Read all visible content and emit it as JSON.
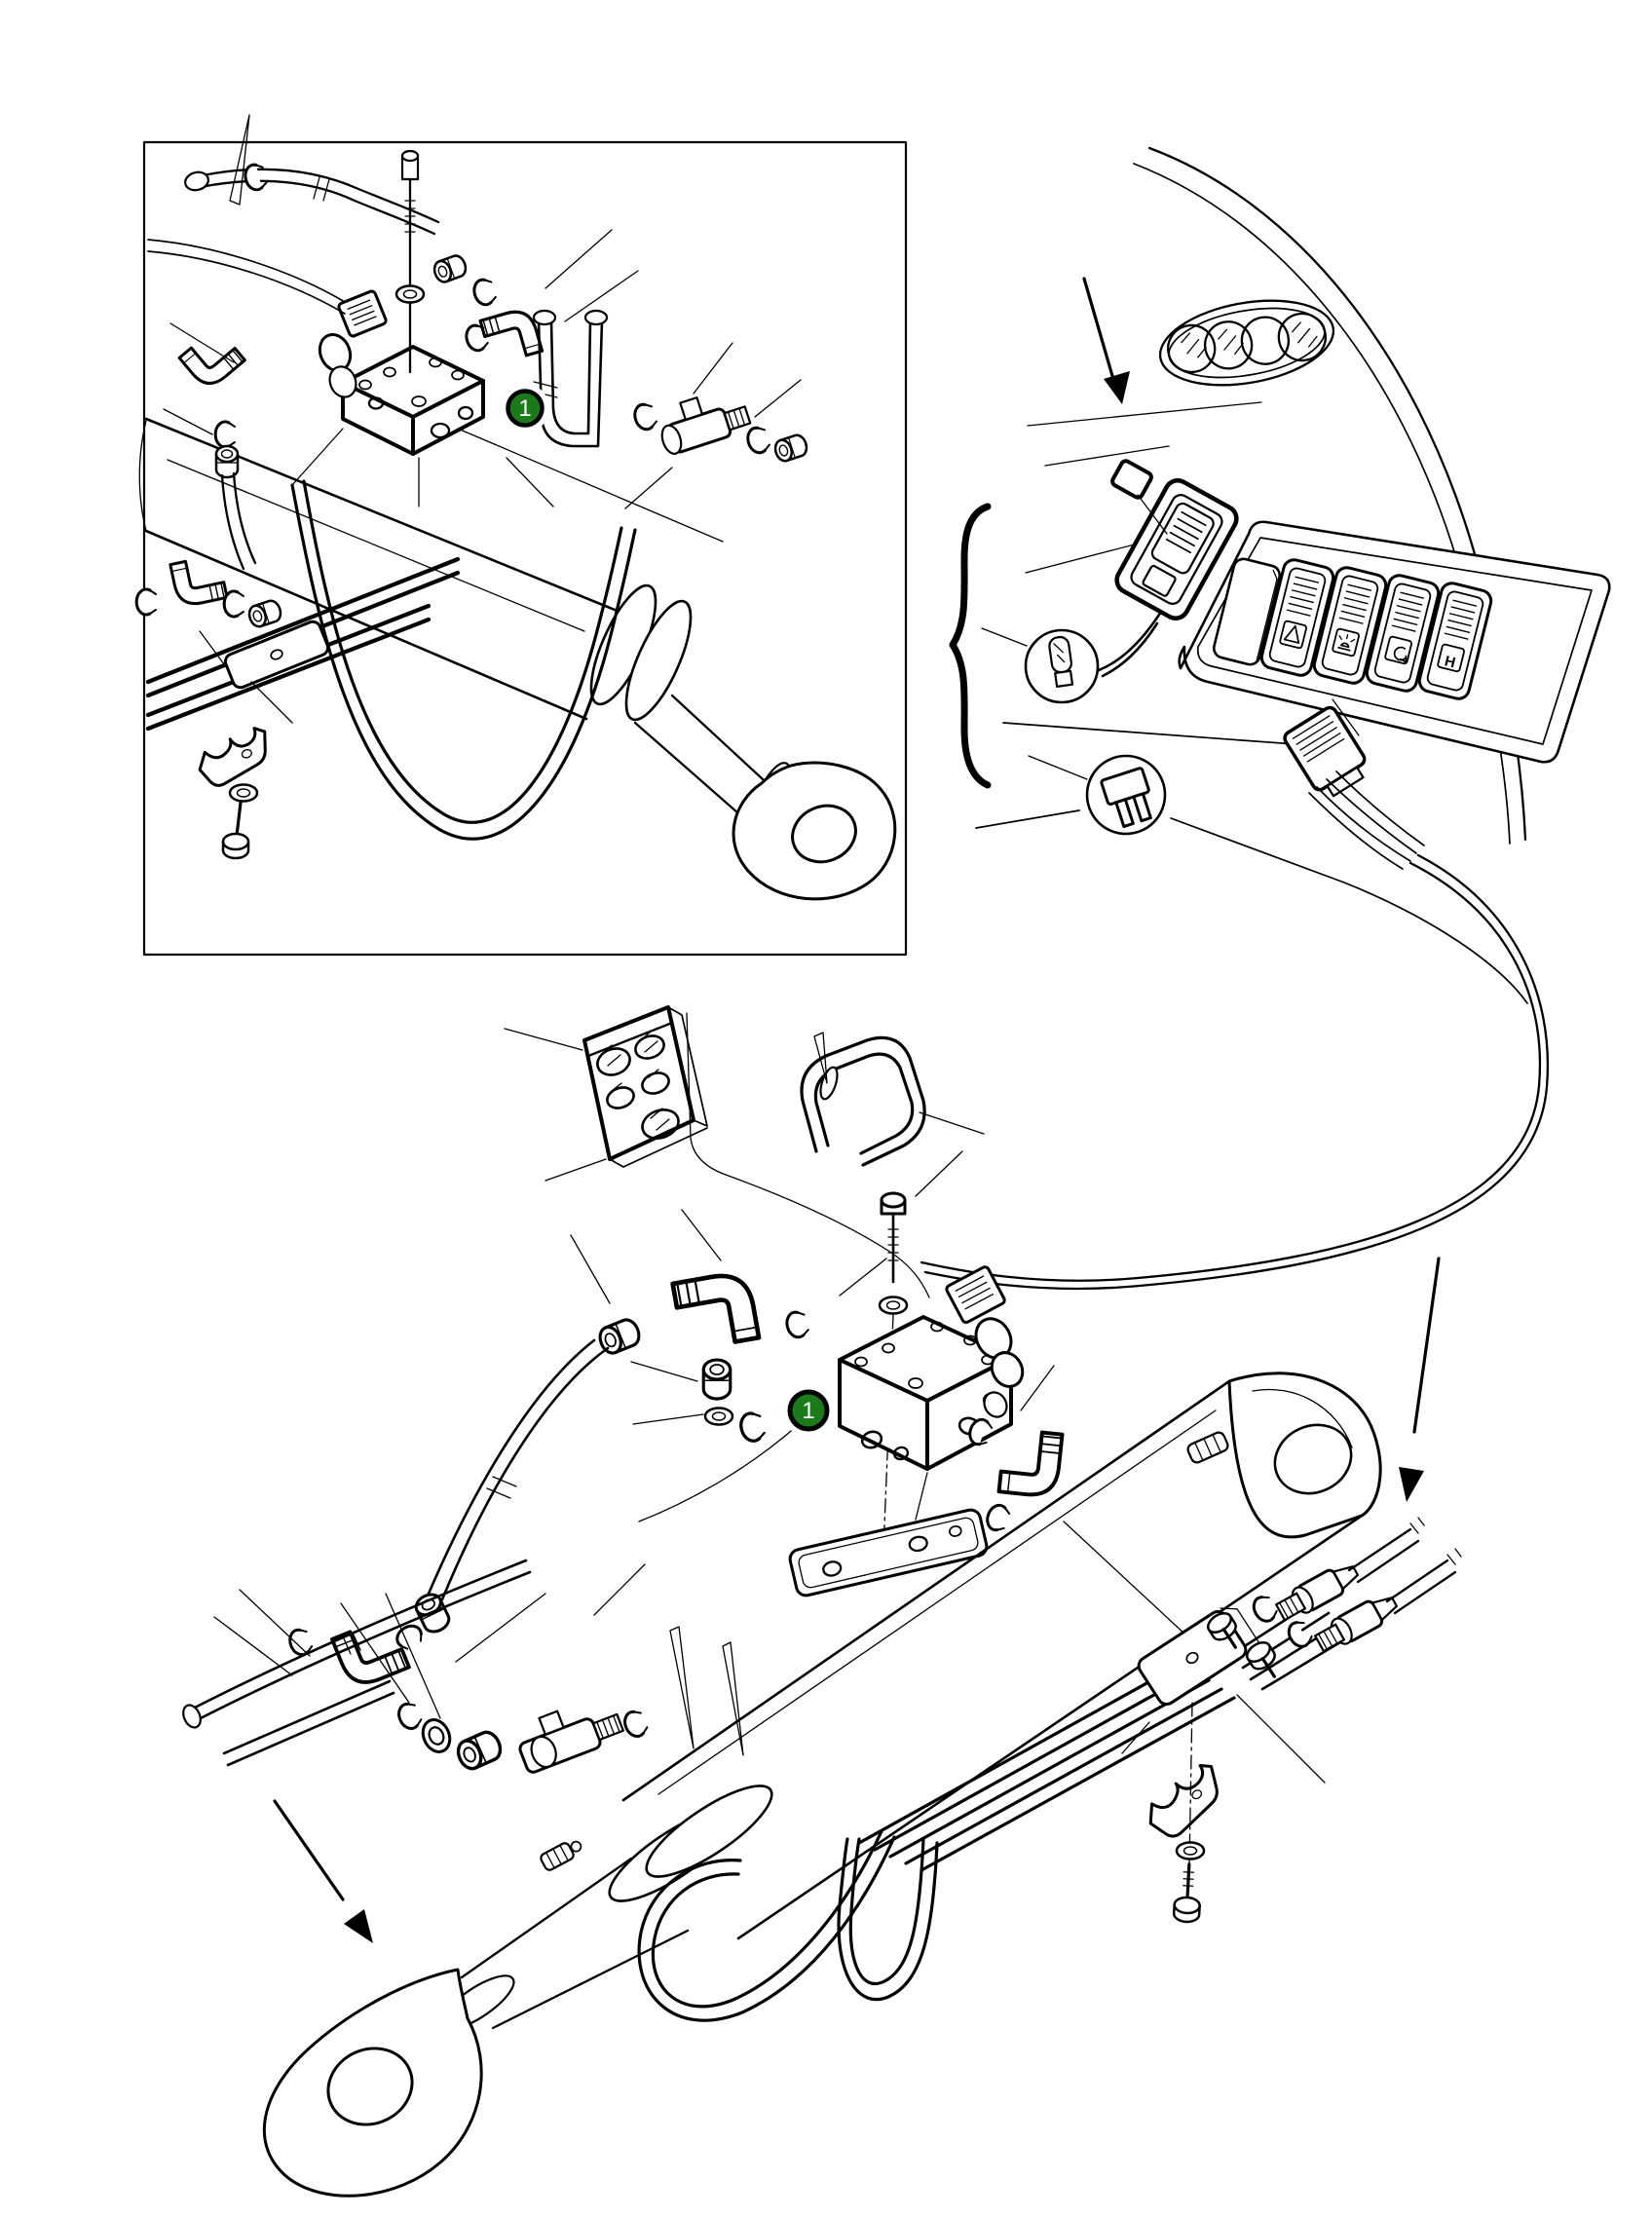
{
  "diagram": {
    "background_color": "#ffffff",
    "line_color": "#000000",
    "marker_color": "#1b7b1b",
    "marker_text_color": "#ffffff",
    "markers": [
      {
        "label": "1"
      },
      {
        "label": "1"
      }
    ],
    "switch_panel": {
      "switches": [
        {
          "icon": "warning-triangle-icon",
          "glyph": ""
        },
        {
          "icon": "beacon-light-icon",
          "glyph": ""
        },
        {
          "icon": "rotate-arrow-icon",
          "glyph": ""
        },
        {
          "icon": "letter-h-icon",
          "glyph": "H"
        }
      ]
    }
  }
}
